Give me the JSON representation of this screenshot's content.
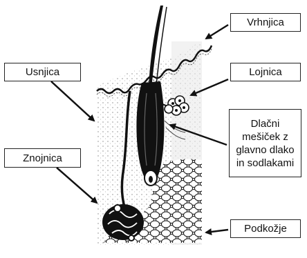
{
  "labels": {
    "vrhnjica": "Vrhnjica",
    "usnjica": "Usnjica",
    "lojnica": "Lojnica",
    "mesicek": {
      "line1": "Dlačni",
      "line2": "mešiček z",
      "line3": "glavno dlako",
      "line4": "in sodlakami"
    },
    "znojnica": "Znojnica",
    "podkozje": "Podkožje"
  },
  "colors": {
    "ink": "#111111",
    "background": "#ffffff",
    "skin_shade": "#e6e6e6"
  }
}
